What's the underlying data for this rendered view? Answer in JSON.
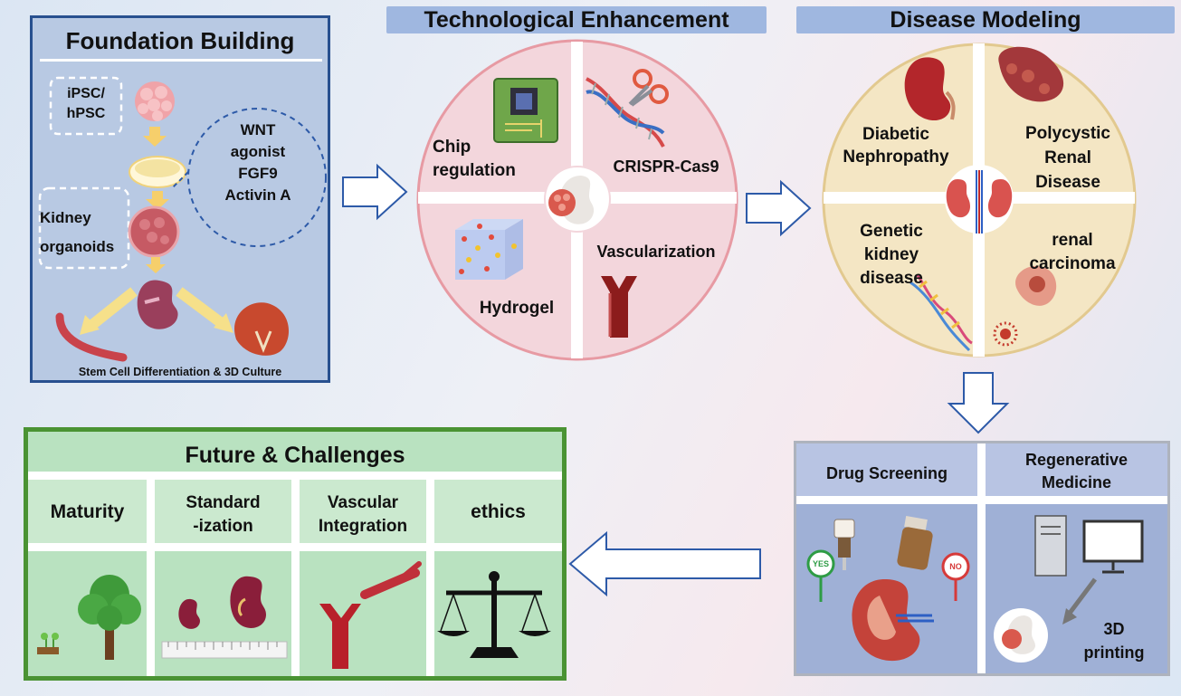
{
  "foundation": {
    "title": "Foundation Building",
    "source_cells": "iPSC/\nhPSC",
    "factors": [
      "WNT",
      "agonist",
      "FGF9",
      "Activin A"
    ],
    "organoid_label": "Kidney\norganoids",
    "caption": "Stem Cell Differentiation & 3D Culture"
  },
  "technology": {
    "header": "Technological Enhancement",
    "quadrants": {
      "chip": "Chip\nregulation",
      "crispr": "CRISPR-Cas9",
      "hydrogel": "Hydrogel",
      "vascular": "Vascularization"
    }
  },
  "disease": {
    "header": "Disease Modeling",
    "quadrants": {
      "diabetic": "Diabetic\nNephropathy",
      "polycystic": "Polycystic\nRenal\nDisease",
      "genetic": "Genetic\nkidney\ndisease",
      "carcinoma": "renal\ncarcinoma"
    }
  },
  "applications": {
    "drug": "Drug Screening",
    "regen": "Regenerative\nMedicine",
    "yes": "YES",
    "no": "NO",
    "printing": "3D\nprinting"
  },
  "future": {
    "title": "Future & Challenges",
    "columns": [
      "Maturity",
      "Standard\n-ization",
      "Vascular\nIntegration",
      "ethics"
    ]
  },
  "colors": {
    "foundation_bg": "#b8c9e3",
    "foundation_border": "#28508f",
    "header_band": "#9fb7e0",
    "tech_circle": "#f3d6dc",
    "tech_ring": "#e79aa3",
    "disease_circle": "#f4e6c4",
    "disease_ring": "#e2c98f",
    "future_bg": "#b9e2c0",
    "future_border": "#4a9333",
    "screen_bg": "#9fb0d6"
  }
}
